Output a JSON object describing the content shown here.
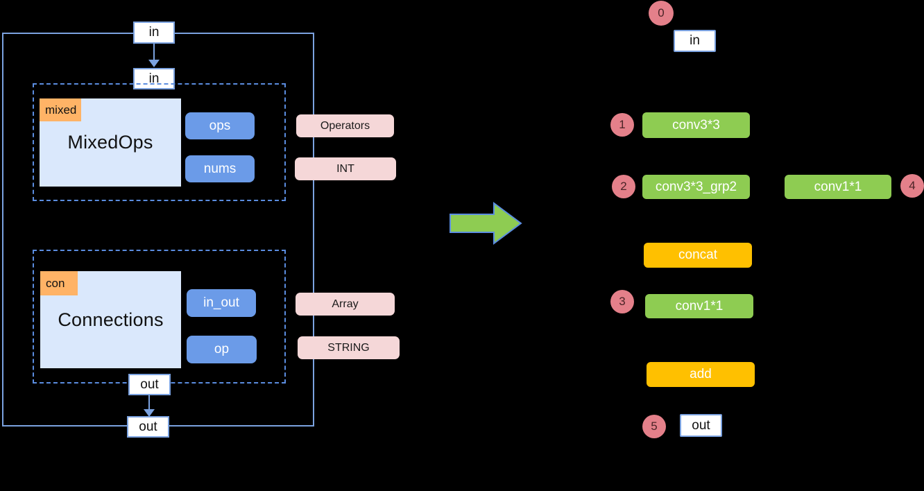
{
  "schema": {
    "io_top": {
      "label": "in"
    },
    "io_inner_in": {
      "label": "in"
    },
    "io_inner_out": {
      "label": "out"
    },
    "io_bottom": {
      "label": "out"
    },
    "groups": [
      {
        "tag": "mixed",
        "title": "MixedOps",
        "attributes": [
          {
            "label": "ops",
            "type": "Operators"
          },
          {
            "label": "nums",
            "type": "INT"
          }
        ]
      },
      {
        "tag": "con",
        "title": "Connections",
        "attributes": [
          {
            "label": "in_out",
            "type": "Array"
          },
          {
            "label": "op",
            "type": "STRING"
          }
        ]
      }
    ]
  },
  "transform_arrow": {
    "name": "transform-arrow",
    "fill": "#8ECC52",
    "stroke": "#5B8DE0"
  },
  "graph": {
    "nodes": [
      {
        "id": "in",
        "label": "in",
        "kind": "io",
        "index": "0"
      },
      {
        "id": "conv3x3",
        "label": "conv3*3",
        "kind": "green",
        "index": "1"
      },
      {
        "id": "conv3x3_grp2",
        "label": "conv3*3_grp2",
        "kind": "green",
        "index": "2"
      },
      {
        "id": "conv1x1_right",
        "label": "conv1*1",
        "kind": "green",
        "index": "4"
      },
      {
        "id": "concat",
        "label": "concat",
        "kind": "amber",
        "index": ""
      },
      {
        "id": "conv1x1",
        "label": "conv1*1",
        "kind": "green",
        "index": "3"
      },
      {
        "id": "add",
        "label": "add",
        "kind": "amber",
        "index": ""
      },
      {
        "id": "out",
        "label": "out",
        "kind": "io",
        "index": "5"
      }
    ]
  },
  "colors": {
    "green": "#8ECC52",
    "amber": "#FFC000",
    "pink_circle": "#E4808A",
    "pink_type": "#F5D7D8",
    "blue_attr": "#6B9BE8",
    "blue_panel": "#DAE8FC",
    "orange_tag": "#FFB366",
    "border_blue": "#7BA2E0"
  }
}
